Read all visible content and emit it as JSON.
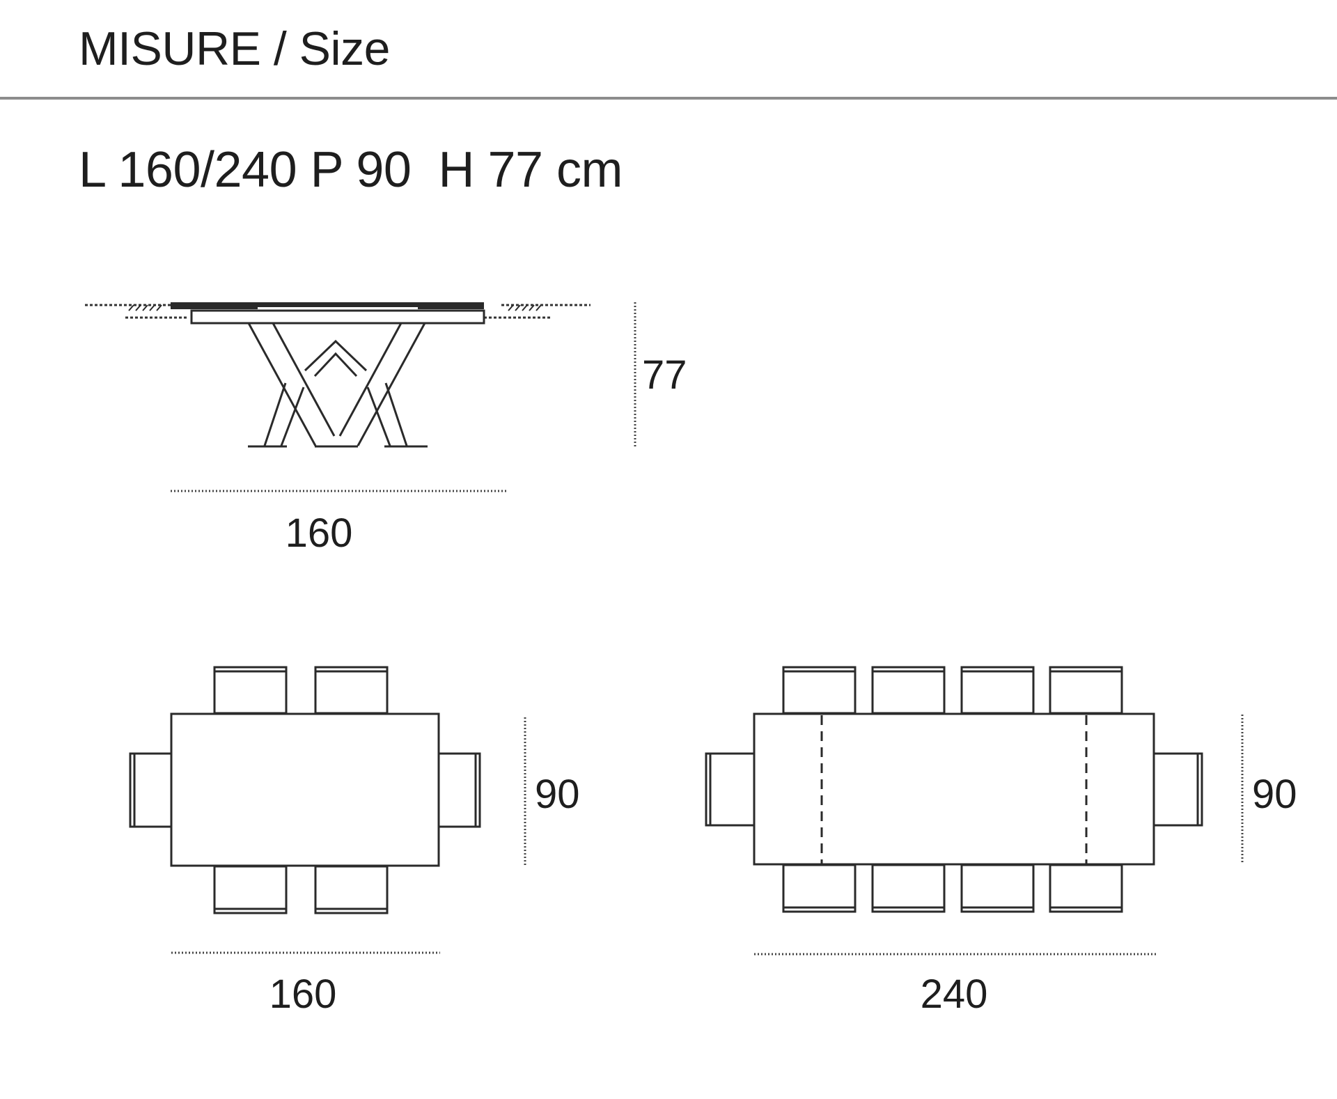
{
  "header": {
    "title": "MISURE / Size"
  },
  "dimensions_text": "L 160/240 P 90  H 77 cm",
  "side_view": {
    "width_label": "160",
    "height_label": "77"
  },
  "top_view_closed": {
    "width_label": "160",
    "depth_label": "90"
  },
  "top_view_extended": {
    "width_label": "240",
    "depth_label": "90"
  }
}
